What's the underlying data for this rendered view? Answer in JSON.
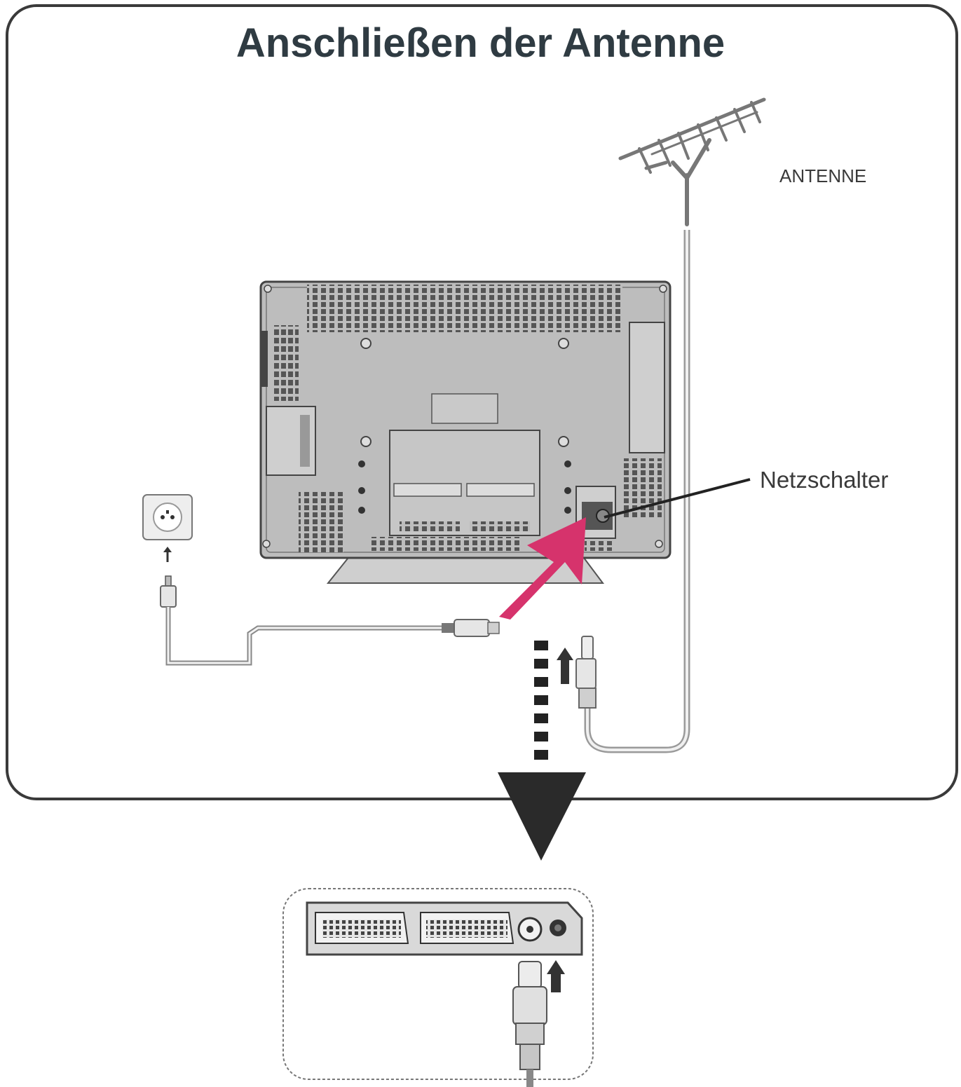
{
  "title": "Anschließen der Antenne",
  "labels": {
    "antenna": "ANTENNE",
    "power_switch": "Netzschalter"
  },
  "colors": {
    "title": "#2f3b42",
    "frame": "#3a3a3a",
    "highlight_arrow": "#d6336c",
    "tv_body": "#bdbdbd",
    "vent": "#555555"
  },
  "icons": [
    "antenna-icon",
    "power-outlet-icon",
    "power-plug-icon",
    "coax-plug-icon",
    "down-arrow-icon",
    "up-arrow-icon",
    "pointer-arrow-icon"
  ]
}
